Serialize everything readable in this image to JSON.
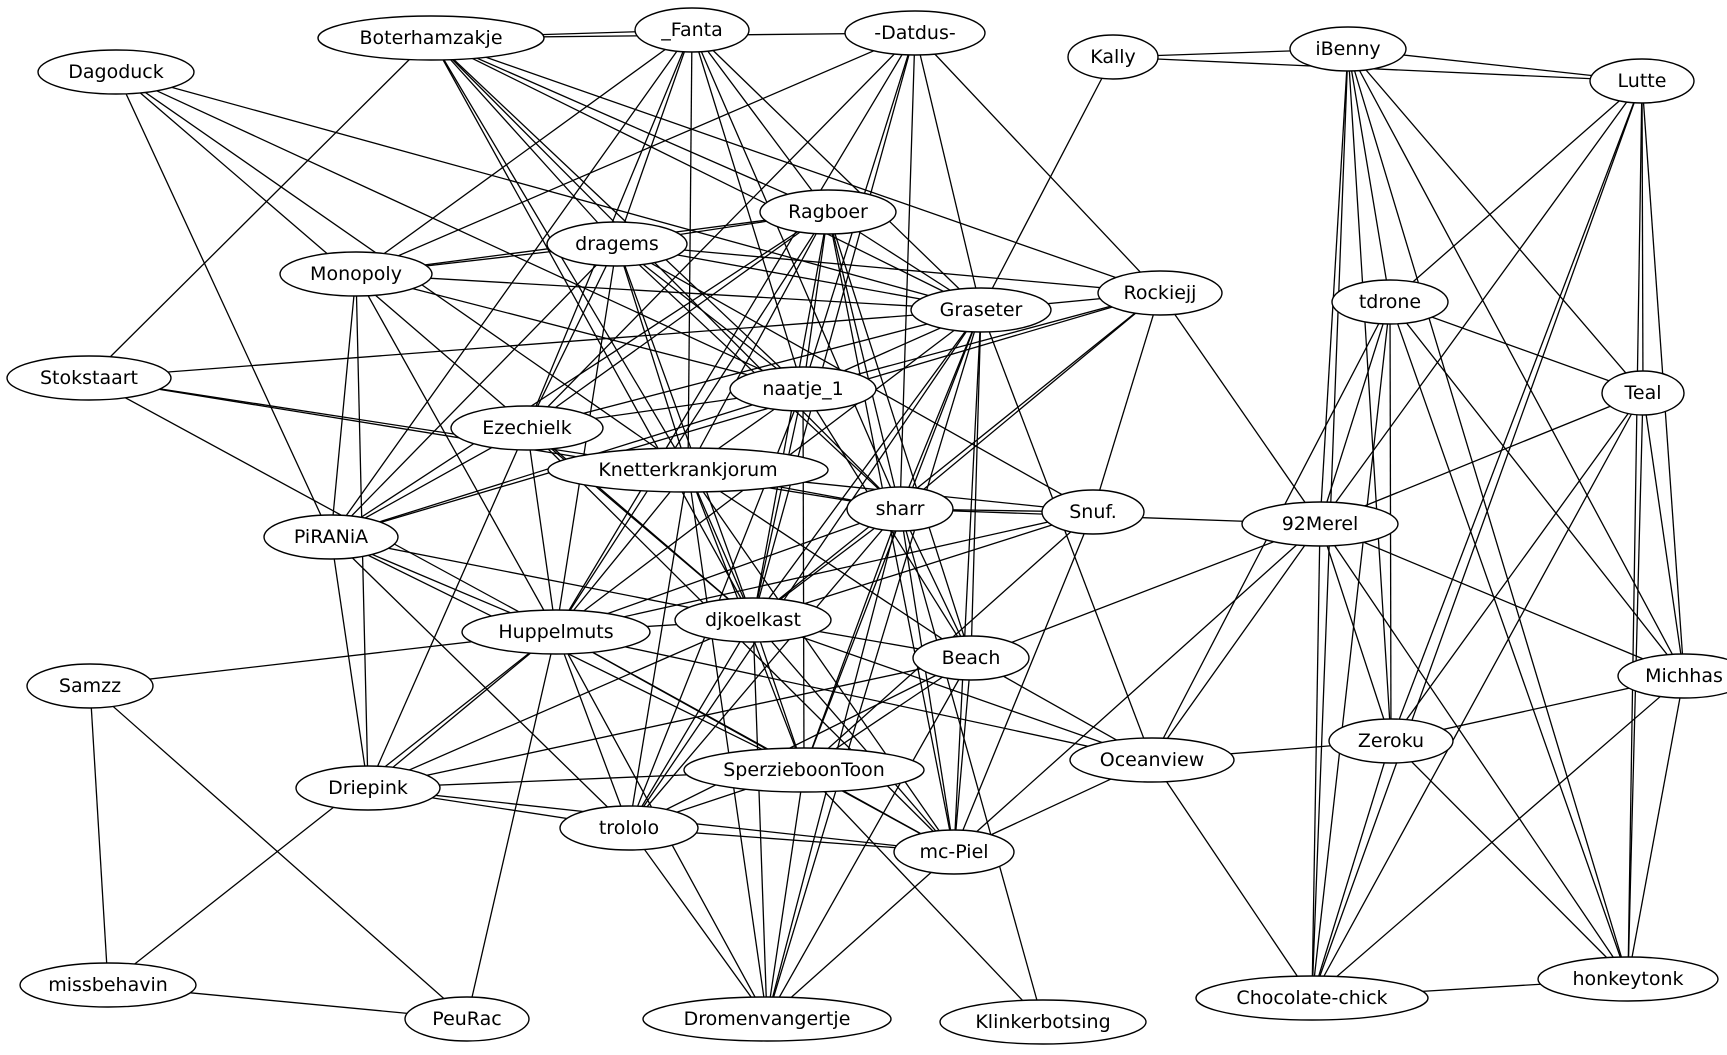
{
  "graph": {
    "directed": false,
    "colors": {
      "background": "#ffffff",
      "stroke": "#000000",
      "text": "#000000"
    },
    "nodes": [
      {
        "id": "Boterhamzakje",
        "label": "Boterhamzakje"
      },
      {
        "id": "_Fanta",
        "label": "_Fanta"
      },
      {
        "id": "-Datdus-",
        "label": "-Datdus-"
      },
      {
        "id": "Kally",
        "label": "Kally"
      },
      {
        "id": "iBenny",
        "label": "iBenny"
      },
      {
        "id": "Lutte",
        "label": "Lutte"
      },
      {
        "id": "Dagoduck",
        "label": "Dagoduck"
      },
      {
        "id": "Ragboer",
        "label": "Ragboer"
      },
      {
        "id": "dragems",
        "label": "dragems"
      },
      {
        "id": "Monopoly",
        "label": "Monopoly"
      },
      {
        "id": "Graseter",
        "label": "Graseter"
      },
      {
        "id": "Rockiejj",
        "label": "Rockiejj"
      },
      {
        "id": "tdrone",
        "label": "tdrone"
      },
      {
        "id": "Stokstaart",
        "label": "Stokstaart"
      },
      {
        "id": "naatje_1",
        "label": "naatje_1"
      },
      {
        "id": "Teal",
        "label": "Teal"
      },
      {
        "id": "Ezechielk",
        "label": "Ezechielk"
      },
      {
        "id": "Knetterkrankjorum",
        "label": "Knetterkrankjorum"
      },
      {
        "id": "sharr",
        "label": "sharr"
      },
      {
        "id": "Snuf.",
        "label": "Snuf."
      },
      {
        "id": "92Merel",
        "label": "92Merel"
      },
      {
        "id": "PiRANiA",
        "label": "PiRANiA"
      },
      {
        "id": "Huppelmuts",
        "label": "Huppelmuts"
      },
      {
        "id": "djkoelkast",
        "label": "djkoelkast"
      },
      {
        "id": "Beach",
        "label": "Beach"
      },
      {
        "id": "Michhas",
        "label": "Michhas"
      },
      {
        "id": "Samzz",
        "label": "Samzz"
      },
      {
        "id": "Zeroku",
        "label": "Zeroku"
      },
      {
        "id": "Oceanview",
        "label": "Oceanview"
      },
      {
        "id": "SperzieboonToon",
        "label": "SperzieboonToon"
      },
      {
        "id": "Driepink",
        "label": "Driepink"
      },
      {
        "id": "trololo",
        "label": "trololo"
      },
      {
        "id": "mc-Piel",
        "label": "mc-Piel"
      },
      {
        "id": "missbehavin",
        "label": "missbehavin"
      },
      {
        "id": "PeuRac",
        "label": "PeuRac"
      },
      {
        "id": "Dromenvangertje",
        "label": "Dromenvangertje"
      },
      {
        "id": "Klinkerbotsing",
        "label": "Klinkerbotsing"
      },
      {
        "id": "Chocolate-chick",
        "label": "Chocolate-chick"
      },
      {
        "id": "honkeytonk",
        "label": "honkeytonk"
      }
    ],
    "edges": [
      [
        "Boterhamzakje",
        "_Fanta"
      ],
      [
        "Boterhamzakje",
        "-Datdus-"
      ],
      [
        "Boterhamzakje",
        "Stokstaart"
      ],
      [
        "Boterhamzakje",
        "Ragboer"
      ],
      [
        "Boterhamzakje",
        "dragems"
      ],
      [
        "Boterhamzakje",
        "Graseter"
      ],
      [
        "Boterhamzakje",
        "Rockiejj"
      ],
      [
        "Boterhamzakje",
        "naatje_1"
      ],
      [
        "Boterhamzakje",
        "Knetterkrankjorum"
      ],
      [
        "Boterhamzakje",
        "sharr"
      ],
      [
        "Boterhamzakje",
        "djkoelkast"
      ],
      [
        "_Fanta",
        "Monopoly"
      ],
      [
        "_Fanta",
        "dragems"
      ],
      [
        "_Fanta",
        "Ragboer"
      ],
      [
        "_Fanta",
        "Graseter"
      ],
      [
        "_Fanta",
        "Ezechielk"
      ],
      [
        "_Fanta",
        "naatje_1"
      ],
      [
        "_Fanta",
        "Knetterkrankjorum"
      ],
      [
        "_Fanta",
        "PiRANiA"
      ],
      [
        "_Fanta",
        "sharr"
      ],
      [
        "-Datdus-",
        "Monopoly"
      ],
      [
        "-Datdus-",
        "Graseter"
      ],
      [
        "-Datdus-",
        "Rockiejj"
      ],
      [
        "-Datdus-",
        "naatje_1"
      ],
      [
        "-Datdus-",
        "Ezechielk"
      ],
      [
        "-Datdus-",
        "Huppelmuts"
      ],
      [
        "-Datdus-",
        "djkoelkast"
      ],
      [
        "-Datdus-",
        "sharr"
      ],
      [
        "Kally",
        "iBenny"
      ],
      [
        "Kally",
        "Lutte"
      ],
      [
        "Kally",
        "Graseter"
      ],
      [
        "iBenny",
        "Lutte"
      ],
      [
        "iBenny",
        "tdrone"
      ],
      [
        "iBenny",
        "92Merel"
      ],
      [
        "iBenny",
        "Teal"
      ],
      [
        "iBenny",
        "Michhas"
      ],
      [
        "iBenny",
        "Zeroku"
      ],
      [
        "iBenny",
        "Chocolate-chick"
      ],
      [
        "iBenny",
        "honkeytonk"
      ],
      [
        "Lutte",
        "tdrone"
      ],
      [
        "Lutte",
        "92Merel"
      ],
      [
        "Lutte",
        "Teal"
      ],
      [
        "Lutte",
        "Michhas"
      ],
      [
        "Lutte",
        "Zeroku"
      ],
      [
        "Lutte",
        "Chocolate-chick"
      ],
      [
        "Lutte",
        "honkeytonk"
      ],
      [
        "Dagoduck",
        "naatje_1"
      ],
      [
        "Dagoduck",
        "Graseter"
      ],
      [
        "Dagoduck",
        "PiRANiA"
      ],
      [
        "Dagoduck",
        "Knetterkrankjorum"
      ],
      [
        "Dagoduck",
        "djkoelkast"
      ],
      [
        "Ragboer",
        "dragems"
      ],
      [
        "Ragboer",
        "Monopoly"
      ],
      [
        "Ragboer",
        "Graseter"
      ],
      [
        "Ragboer",
        "Ezechielk"
      ],
      [
        "Ragboer",
        "naatje_1"
      ],
      [
        "Ragboer",
        "Knetterkrankjorum"
      ],
      [
        "Ragboer",
        "PiRANiA"
      ],
      [
        "Ragboer",
        "sharr"
      ],
      [
        "Ragboer",
        "Huppelmuts"
      ],
      [
        "Ragboer",
        "djkoelkast"
      ],
      [
        "Ragboer",
        "Beach"
      ],
      [
        "Ragboer",
        "mc-Piel"
      ],
      [
        "dragems",
        "Monopoly"
      ],
      [
        "dragems",
        "Graseter"
      ],
      [
        "dragems",
        "Rockiejj"
      ],
      [
        "dragems",
        "naatje_1"
      ],
      [
        "dragems",
        "Ezechielk"
      ],
      [
        "dragems",
        "Knetterkrankjorum"
      ],
      [
        "dragems",
        "PiRANiA"
      ],
      [
        "dragems",
        "Huppelmuts"
      ],
      [
        "dragems",
        "sharr"
      ],
      [
        "dragems",
        "djkoelkast"
      ],
      [
        "dragems",
        "Snuf."
      ],
      [
        "Monopoly",
        "Graseter"
      ],
      [
        "Monopoly",
        "naatje_1"
      ],
      [
        "Monopoly",
        "PiRANiA"
      ],
      [
        "Monopoly",
        "Huppelmuts"
      ],
      [
        "Monopoly",
        "Driepink"
      ],
      [
        "Graseter",
        "Rockiejj"
      ],
      [
        "Graseter",
        "Stokstaart"
      ],
      [
        "Graseter",
        "naatje_1"
      ],
      [
        "Graseter",
        "Ezechielk"
      ],
      [
        "Graseter",
        "sharr"
      ],
      [
        "Graseter",
        "Huppelmuts"
      ],
      [
        "Graseter",
        "djkoelkast"
      ],
      [
        "Graseter",
        "Beach"
      ],
      [
        "Graseter",
        "Oceanview"
      ],
      [
        "Graseter",
        "SperzieboonToon"
      ],
      [
        "Graseter",
        "trololo"
      ],
      [
        "Graseter",
        "mc-Piel"
      ],
      [
        "Graseter",
        "Dromenvangertje"
      ],
      [
        "Rockiejj",
        "naatje_1"
      ],
      [
        "Rockiejj",
        "PiRANiA"
      ],
      [
        "Rockiejj",
        "sharr"
      ],
      [
        "Rockiejj",
        "Snuf."
      ],
      [
        "Rockiejj",
        "92Merel"
      ],
      [
        "Rockiejj",
        "djkoelkast"
      ],
      [
        "tdrone",
        "Teal"
      ],
      [
        "tdrone",
        "92Merel"
      ],
      [
        "tdrone",
        "Michhas"
      ],
      [
        "tdrone",
        "Zeroku"
      ],
      [
        "tdrone",
        "Oceanview"
      ],
      [
        "tdrone",
        "Chocolate-chick"
      ],
      [
        "tdrone",
        "honkeytonk"
      ],
      [
        "Stokstaart",
        "Knetterkrankjorum"
      ],
      [
        "Stokstaart",
        "Huppelmuts"
      ],
      [
        "Stokstaart",
        "sharr"
      ],
      [
        "naatje_1",
        "Ezechielk"
      ],
      [
        "naatje_1",
        "Knetterkrankjorum"
      ],
      [
        "naatje_1",
        "PiRANiA"
      ],
      [
        "naatje_1",
        "djkoelkast"
      ],
      [
        "naatje_1",
        "SperzieboonToon"
      ],
      [
        "naatje_1",
        "trololo"
      ],
      [
        "naatje_1",
        "Beach"
      ],
      [
        "Teal",
        "92Merel"
      ],
      [
        "Teal",
        "Michhas"
      ],
      [
        "Teal",
        "Zeroku"
      ],
      [
        "Teal",
        "Chocolate-chick"
      ],
      [
        "Teal",
        "honkeytonk"
      ],
      [
        "Ezechielk",
        "Huppelmuts"
      ],
      [
        "Ezechielk",
        "djkoelkast"
      ],
      [
        "Ezechielk",
        "Driepink"
      ],
      [
        "Ezechielk",
        "mc-Piel"
      ],
      [
        "Ezechielk",
        "PiRANiA"
      ],
      [
        "Knetterkrankjorum",
        "sharr"
      ],
      [
        "Knetterkrankjorum",
        "Snuf."
      ],
      [
        "Knetterkrankjorum",
        "Huppelmuts"
      ],
      [
        "Knetterkrankjorum",
        "djkoelkast"
      ],
      [
        "Knetterkrankjorum",
        "Beach"
      ],
      [
        "Knetterkrankjorum",
        "SperzieboonToon"
      ],
      [
        "Knetterkrankjorum",
        "trololo"
      ],
      [
        "Knetterkrankjorum",
        "mc-Piel"
      ],
      [
        "Knetterkrankjorum",
        "Dromenvangertje"
      ],
      [
        "sharr",
        "Snuf."
      ],
      [
        "sharr",
        "92Merel"
      ],
      [
        "sharr",
        "Huppelmuts"
      ],
      [
        "sharr",
        "djkoelkast"
      ],
      [
        "sharr",
        "Beach"
      ],
      [
        "sharr",
        "SperzieboonToon"
      ],
      [
        "sharr",
        "mc-Piel"
      ],
      [
        "sharr",
        "Dromenvangertje"
      ],
      [
        "sharr",
        "Klinkerbotsing"
      ],
      [
        "sharr",
        "trololo"
      ],
      [
        "Snuf.",
        "Huppelmuts"
      ],
      [
        "Snuf.",
        "djkoelkast"
      ],
      [
        "Snuf.",
        "SperzieboonToon"
      ],
      [
        "Snuf.",
        "mc-Piel"
      ],
      [
        "92Merel",
        "Michhas"
      ],
      [
        "92Merel",
        "Zeroku"
      ],
      [
        "92Merel",
        "Oceanview"
      ],
      [
        "92Merel",
        "Beach"
      ],
      [
        "92Merel",
        "Chocolate-chick"
      ],
      [
        "92Merel",
        "honkeytonk"
      ],
      [
        "92Merel",
        "mc-Piel"
      ],
      [
        "PiRANiA",
        "Huppelmuts"
      ],
      [
        "PiRANiA",
        "djkoelkast"
      ],
      [
        "PiRANiA",
        "Driepink"
      ],
      [
        "PiRANiA",
        "trololo"
      ],
      [
        "PiRANiA",
        "SperzieboonToon"
      ],
      [
        "Huppelmuts",
        "djkoelkast"
      ],
      [
        "Huppelmuts",
        "Samzz"
      ],
      [
        "Huppelmuts",
        "Driepink"
      ],
      [
        "Huppelmuts",
        "SperzieboonToon"
      ],
      [
        "Huppelmuts",
        "trololo"
      ],
      [
        "Huppelmuts",
        "mc-Piel"
      ],
      [
        "Huppelmuts",
        "missbehavin"
      ],
      [
        "Huppelmuts",
        "PeuRac"
      ],
      [
        "Huppelmuts",
        "Oceanview"
      ],
      [
        "Huppelmuts",
        "Dromenvangertje"
      ],
      [
        "djkoelkast",
        "Beach"
      ],
      [
        "djkoelkast",
        "Oceanview"
      ],
      [
        "djkoelkast",
        "SperzieboonToon"
      ],
      [
        "djkoelkast",
        "Driepink"
      ],
      [
        "djkoelkast",
        "trololo"
      ],
      [
        "djkoelkast",
        "mc-Piel"
      ],
      [
        "djkoelkast",
        "Dromenvangertje"
      ],
      [
        "Beach",
        "Driepink"
      ],
      [
        "Beach",
        "Oceanview"
      ],
      [
        "Beach",
        "SperzieboonToon"
      ],
      [
        "Beach",
        "mc-Piel"
      ],
      [
        "Beach",
        "trololo"
      ],
      [
        "Beach",
        "Dromenvangertje"
      ],
      [
        "Michhas",
        "Zeroku"
      ],
      [
        "Michhas",
        "honkeytonk"
      ],
      [
        "Michhas",
        "Chocolate-chick"
      ],
      [
        "Samzz",
        "missbehavin"
      ],
      [
        "Samzz",
        "PeuRac"
      ],
      [
        "Zeroku",
        "Oceanview"
      ],
      [
        "Zeroku",
        "Chocolate-chick"
      ],
      [
        "Zeroku",
        "honkeytonk"
      ],
      [
        "Oceanview",
        "mc-Piel"
      ],
      [
        "Oceanview",
        "Chocolate-chick"
      ],
      [
        "SperzieboonToon",
        "Driepink"
      ],
      [
        "SperzieboonToon",
        "trololo"
      ],
      [
        "SperzieboonToon",
        "mc-Piel"
      ],
      [
        "SperzieboonToon",
        "Dromenvangertje"
      ],
      [
        "SperzieboonToon",
        "Klinkerbotsing"
      ],
      [
        "Driepink",
        "trololo"
      ],
      [
        "Driepink",
        "mc-Piel"
      ],
      [
        "trololo",
        "mc-Piel"
      ],
      [
        "trololo",
        "Dromenvangertje"
      ],
      [
        "mc-Piel",
        "Dromenvangertje"
      ],
      [
        "missbehavin",
        "PeuRac"
      ],
      [
        "Chocolate-chick",
        "honkeytonk"
      ]
    ]
  }
}
